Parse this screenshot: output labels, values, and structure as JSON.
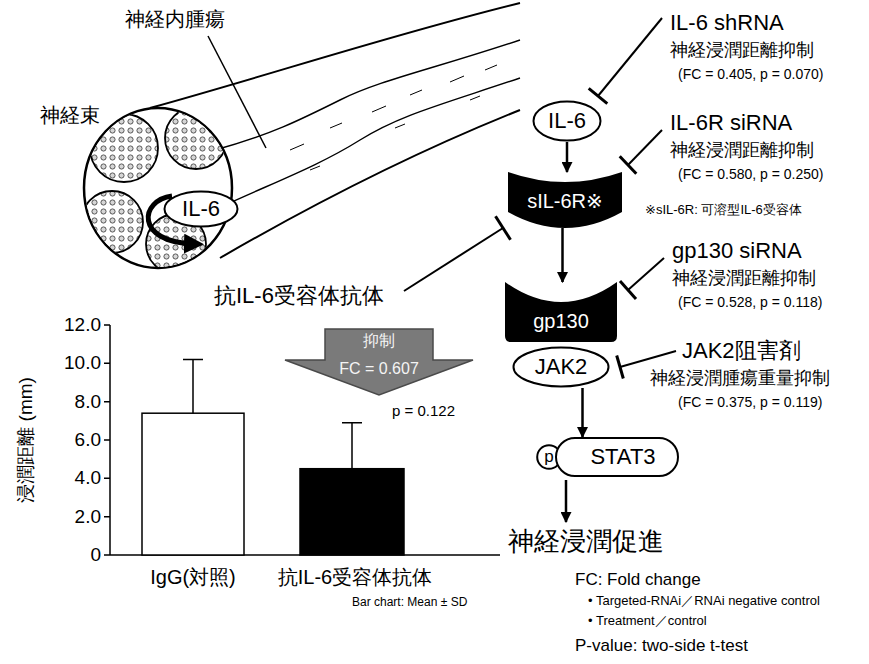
{
  "diagram": {
    "nodes": [
      {
        "text": [
          "IL-6"
        ]
      },
      {
        "text": [
          "IL-6"
        ]
      },
      {
        "text": [
          "sIL-6R※"
        ]
      },
      {
        "text": [
          "gp130"
        ]
      },
      {
        "text": [
          "JAK2"
        ]
      },
      {
        "text": [
          "p"
        ]
      },
      {
        "text": [
          "STAT3"
        ]
      },
      {
        "text": [
          "抑制",
          "FC = 0.607"
        ]
      }
    ],
    "edges": [
      {
        "from": 1,
        "to": 2,
        "arrow": "to"
      },
      {
        "from": 2,
        "to": 3,
        "arrow": "to"
      },
      {
        "from": 4,
        "to": 6,
        "arrow": "to"
      }
    ],
    "labels": [
      "神経束",
      "神経内腫瘍",
      "抗IL-6受容体抗体",
      "IL-6 shRNA",
      "神経浸潤距離抑制",
      "(FC = 0.405, p = 0.070)",
      "IL-6R siRNA",
      "神経浸潤距離抑制",
      "(FC = 0.580, p = 0.250)",
      "※sIL-6R: 可溶型IL-6受容体",
      "gp130 siRNA",
      "神経浸潤距離抑制",
      "(FC = 0.528, p = 0.118)",
      "JAK2阻害剤",
      "神経浸潤腫瘍重量抑制",
      "(FC = 0.375, p = 0.119)",
      "神経浸潤促進",
      "FC: Fold change",
      "• Targeted-RNAi／RNAi negative control",
      "• Treatment／control",
      "P-value: two-side t-test",
      "浸潤距離 (mm)",
      "12.0",
      "10.0",
      "8.0",
      "6.0",
      "4.0",
      "2.0",
      "0",
      "p = 0.122",
      "IgG(対照)",
      "抗IL-6受容体抗体",
      "Bar chart: Mean ± SD"
    ]
  }
}
